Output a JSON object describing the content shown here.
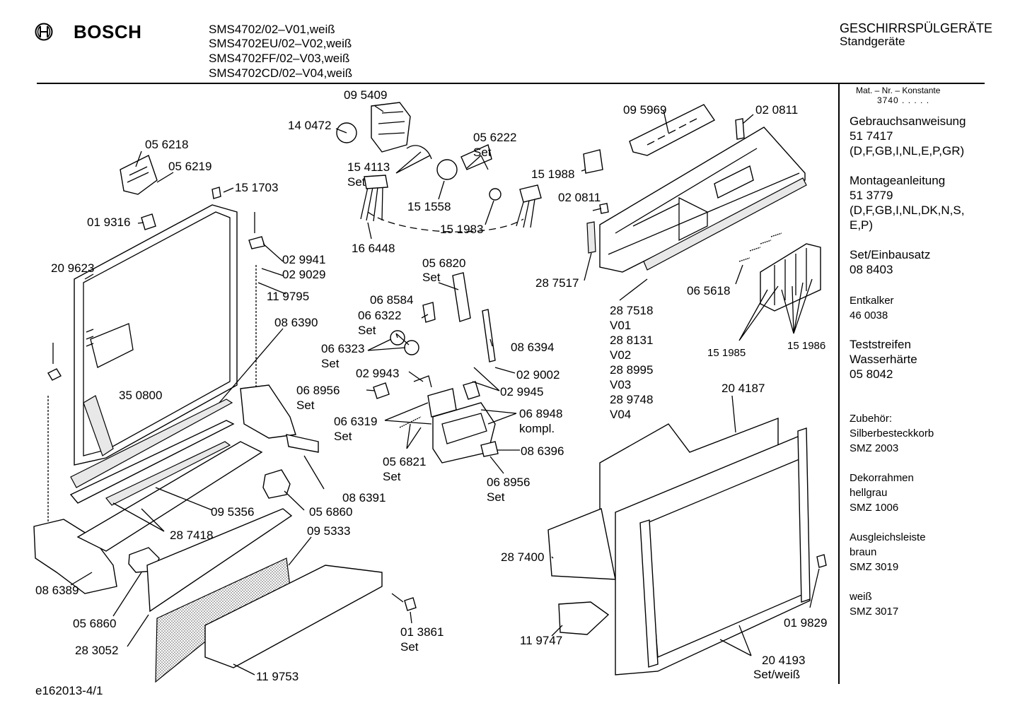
{
  "header": {
    "brand": "BOSCH",
    "models": [
      "SMS4702/02–V01,weiß",
      "SMS4702EU/02–V02,weiß",
      "SMS4702FF/02–V03,weiß",
      "SMS4702CD/02–V04,weiß"
    ],
    "category": "GESCHIRRSPÜLGERÄTE",
    "subcategory": "Standgeräte"
  },
  "sidebar": {
    "mat_label": "Mat. – Nr. – Konstante",
    "mat_value": "3740 . . . . .",
    "blocks": [
      {
        "lines": [
          "Gebrauchsanweisung",
          "51 7417",
          "(D,F,GB,I,NL,E,P,GR)"
        ]
      },
      {
        "lines": [
          "Montageanleitung",
          "51 3779",
          "(D,F,GB,I,NL,DK,N,S,",
          "E,P)"
        ]
      },
      {
        "lines": [
          "Set/Einbausatz",
          "08 8403"
        ]
      },
      {
        "lines": [
          "Entkalker",
          "46 0038"
        ]
      },
      {
        "lines": [
          "Teststreifen",
          "Wasserhärte",
          "05 8042"
        ]
      },
      {
        "lines": [
          "Zubehör:",
          "Silberbesteckkorb",
          "SMZ 2003"
        ]
      },
      {
        "lines": [
          "Dekorrahmen",
          "hellgrau",
          "SMZ 1006"
        ]
      },
      {
        "lines": [
          "Ausgleichsleiste",
          "braun",
          "SMZ 3019"
        ]
      },
      {
        "lines": [
          "weiß",
          "SMZ 3017"
        ]
      }
    ]
  },
  "callouts": [
    {
      "id": "c1",
      "text": "09 5409"
    },
    {
      "id": "c2",
      "text": "14 0472"
    },
    {
      "id": "c3",
      "text": "05 6218"
    },
    {
      "id": "c4",
      "text": "05 6219"
    },
    {
      "id": "c5",
      "text": "15 1703"
    },
    {
      "id": "c6",
      "text": "01 9316"
    },
    {
      "id": "c7",
      "text": "20 9623"
    },
    {
      "id": "c8",
      "text": "05 6222"
    },
    {
      "id": "c9",
      "text": "Set"
    },
    {
      "id": "c10",
      "text": "15 4113"
    },
    {
      "id": "c11",
      "text": "Set"
    },
    {
      "id": "c12",
      "text": "15 1558"
    },
    {
      "id": "c13",
      "text": "15 1983"
    },
    {
      "id": "c14",
      "text": "16 6448"
    },
    {
      "id": "c15",
      "text": "02 9941"
    },
    {
      "id": "c16",
      "text": "02 9029"
    },
    {
      "id": "c17",
      "text": "11 9795"
    },
    {
      "id": "c18",
      "text": "08 6390"
    },
    {
      "id": "c19",
      "text": "05 6820"
    },
    {
      "id": "c20",
      "text": "Set"
    },
    {
      "id": "c21",
      "text": "06 8584"
    },
    {
      "id": "c22",
      "text": "06 6322"
    },
    {
      "id": "c23",
      "text": "Set"
    },
    {
      "id": "c24",
      "text": "06 6323"
    },
    {
      "id": "c25",
      "text": "Set"
    },
    {
      "id": "c26",
      "text": "08 6394"
    },
    {
      "id": "c27",
      "text": "02 9943"
    },
    {
      "id": "c28",
      "text": "02 9002"
    },
    {
      "id": "c29",
      "text": "02 9945"
    },
    {
      "id": "c30",
      "text": "06 8956"
    },
    {
      "id": "c31",
      "text": "Set"
    },
    {
      "id": "c32",
      "text": "35 0800"
    },
    {
      "id": "c33",
      "text": "06 6319"
    },
    {
      "id": "c34",
      "text": "Set"
    },
    {
      "id": "c35",
      "text": "06 8948"
    },
    {
      "id": "c36",
      "text": "kompl."
    },
    {
      "id": "c37",
      "text": "08 6396"
    },
    {
      "id": "c38",
      "text": "05 6821"
    },
    {
      "id": "c39",
      "text": "Set"
    },
    {
      "id": "c40",
      "text": "06 8956"
    },
    {
      "id": "c41",
      "text": "Set"
    },
    {
      "id": "c42",
      "text": "08 6391"
    },
    {
      "id": "c43",
      "text": "09 5356"
    },
    {
      "id": "c44",
      "text": "05 6860"
    },
    {
      "id": "c45",
      "text": "28 7418"
    },
    {
      "id": "c46",
      "text": "09 5333"
    },
    {
      "id": "c47",
      "text": "08 6389"
    },
    {
      "id": "c48",
      "text": "05 6860"
    },
    {
      "id": "c49",
      "text": "28 3052"
    },
    {
      "id": "c50",
      "text": "01 3861"
    },
    {
      "id": "c51",
      "text": "Set"
    },
    {
      "id": "c52",
      "text": "11 9753"
    },
    {
      "id": "c53",
      "text": "09 5969"
    },
    {
      "id": "c54",
      "text": "02 0811"
    },
    {
      "id": "c55",
      "text": "15 1988"
    },
    {
      "id": "c56",
      "text": "02 0811"
    },
    {
      "id": "c57",
      "text": "28 7517"
    },
    {
      "id": "c58",
      "text": "06 5618"
    },
    {
      "id": "c59",
      "text": "28 7518"
    },
    {
      "id": "c60",
      "text": "V01"
    },
    {
      "id": "c61",
      "text": "28 8131"
    },
    {
      "id": "c62",
      "text": "V02"
    },
    {
      "id": "c63",
      "text": "28 8995"
    },
    {
      "id": "c64",
      "text": "V03"
    },
    {
      "id": "c65",
      "text": "28 9748"
    },
    {
      "id": "c66",
      "text": "V04"
    },
    {
      "id": "c67",
      "text": "15 1985"
    },
    {
      "id": "c68",
      "text": "15 1986"
    },
    {
      "id": "c69",
      "text": "20 4187"
    },
    {
      "id": "c70",
      "text": "28 7400"
    },
    {
      "id": "c71",
      "text": "11 9747"
    },
    {
      "id": "c72",
      "text": "01 9829"
    },
    {
      "id": "c73",
      "text": "20 4193"
    },
    {
      "id": "c74",
      "text": "Set/weiß"
    }
  ],
  "footer": {
    "code": "e162013-4/1"
  }
}
